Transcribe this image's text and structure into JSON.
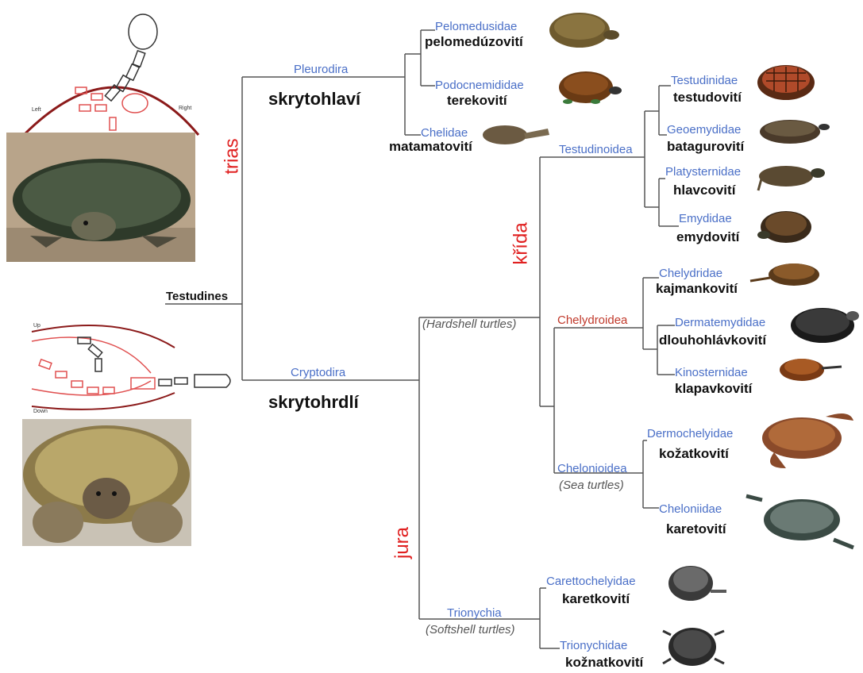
{
  "root_label": "Testudines",
  "eras": {
    "trias": "trias",
    "krida": "křída",
    "jura": "jura"
  },
  "suborders": {
    "pleurodira": {
      "sci": "Pleurodira",
      "cz": "skrytohlaví"
    },
    "cryptodira": {
      "sci": "Cryptodira",
      "cz": "skrytohrdlí"
    }
  },
  "groups": {
    "hardshell": "(Hardshell turtles)",
    "testudinoidea": "Testudinoidea",
    "chelydroidea": "Chelydroidea",
    "chelonioidea": {
      "sci": "Chelonioidea",
      "note": "(Sea turtles)"
    },
    "trionychia": {
      "sci": "Trionychia",
      "note": "(Softshell turtles)"
    }
  },
  "families": [
    {
      "id": "pelomedusidae",
      "sci": "Pelomedusidae",
      "cz": "pelomedúzovití"
    },
    {
      "id": "podocnemididae",
      "sci": "Podocnemididae",
      "cz": "terekovití"
    },
    {
      "id": "chelidae",
      "sci": "Chelidae",
      "cz": "matamatovití"
    },
    {
      "id": "testudinidae",
      "sci": "Testudinidae",
      "cz": "testudovití"
    },
    {
      "id": "geoemydidae",
      "sci": "Geoemydidae",
      "cz": "batagurovití"
    },
    {
      "id": "platysternidae",
      "sci": "Platysternidae",
      "cz": "hlavcovití"
    },
    {
      "id": "emydidae",
      "sci": "Emydidae",
      "cz": "emydovití"
    },
    {
      "id": "chelydridae",
      "sci": "Chelydridae",
      "cz": "kajmankovití"
    },
    {
      "id": "dermatemydidae",
      "sci": "Dermatemydidae",
      "cz": "dlouhohlávkovití"
    },
    {
      "id": "kinosternidae",
      "sci": "Kinosternidae",
      "cz": "klapavkovití"
    },
    {
      "id": "dermochelyidae",
      "sci": "Dermochelyidae",
      "cz": "kožatkovití"
    },
    {
      "id": "cheloniidae",
      "sci": "Cheloniidae",
      "cz": "karetovití"
    },
    {
      "id": "carettochelyidae",
      "sci": "Carettochelyidae",
      "cz": "karetkovití"
    },
    {
      "id": "trionychidae",
      "sci": "Trionychidae",
      "cz": "kožnatkovití"
    }
  ],
  "neck_diagrams": {
    "side": {
      "left": "Left",
      "right": "Right"
    },
    "vertical": {
      "up": "Up",
      "down": "Down"
    }
  },
  "colors": {
    "line": "#555555",
    "sci": "#4a6fc7",
    "era": "#e02020",
    "chelydroidea": "#c0392b"
  }
}
